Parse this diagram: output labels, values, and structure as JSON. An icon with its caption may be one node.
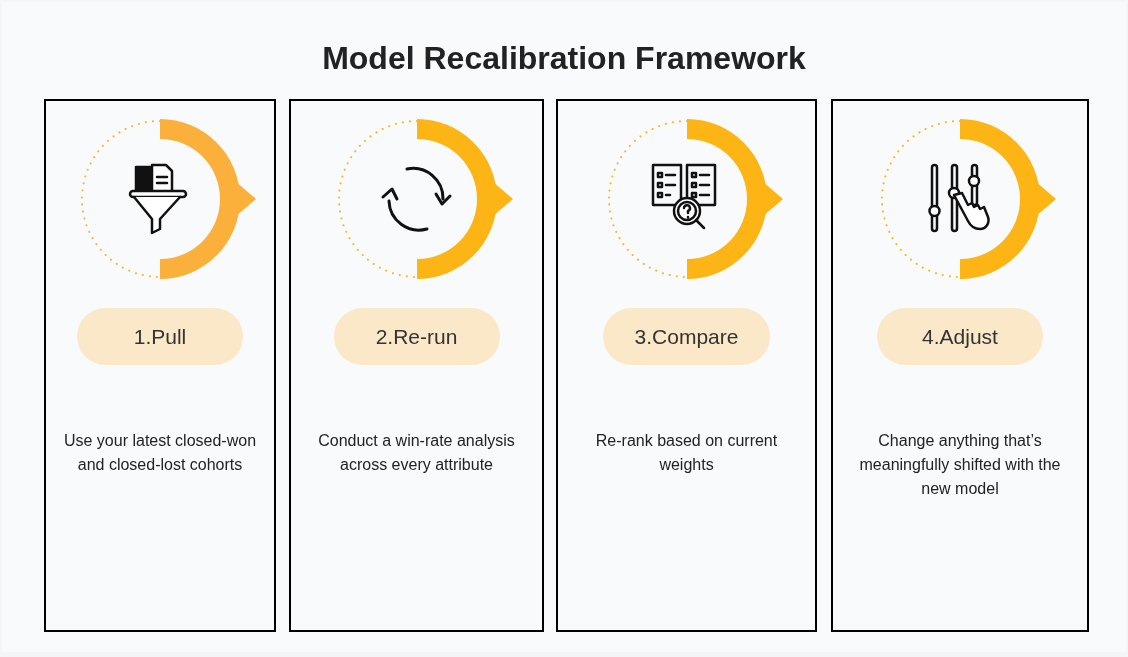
{
  "diagram": {
    "title": "Model Recalibration Framework",
    "nodes": [
      {
        "text": [
          "Use your latest closed-won and closed-lost cohorts"
        ]
      },
      {
        "text": [
          "1.Pull"
        ],
        "in": 0
      },
      {
        "text": [
          "Conduct a win-rate analysis across every attribute"
        ]
      },
      {
        "text": [
          "2.Re-run"
        ],
        "in": 2
      },
      {
        "text": [
          "Re-rank based on current weights"
        ]
      },
      {
        "text": [
          "3.Compare"
        ],
        "in": 4
      },
      {
        "text": [
          "Change anything that’s meaningfully shifted with the new model"
        ]
      },
      {
        "text": [
          "4.Adjust"
        ],
        "in": 6
      }
    ]
  }
}
